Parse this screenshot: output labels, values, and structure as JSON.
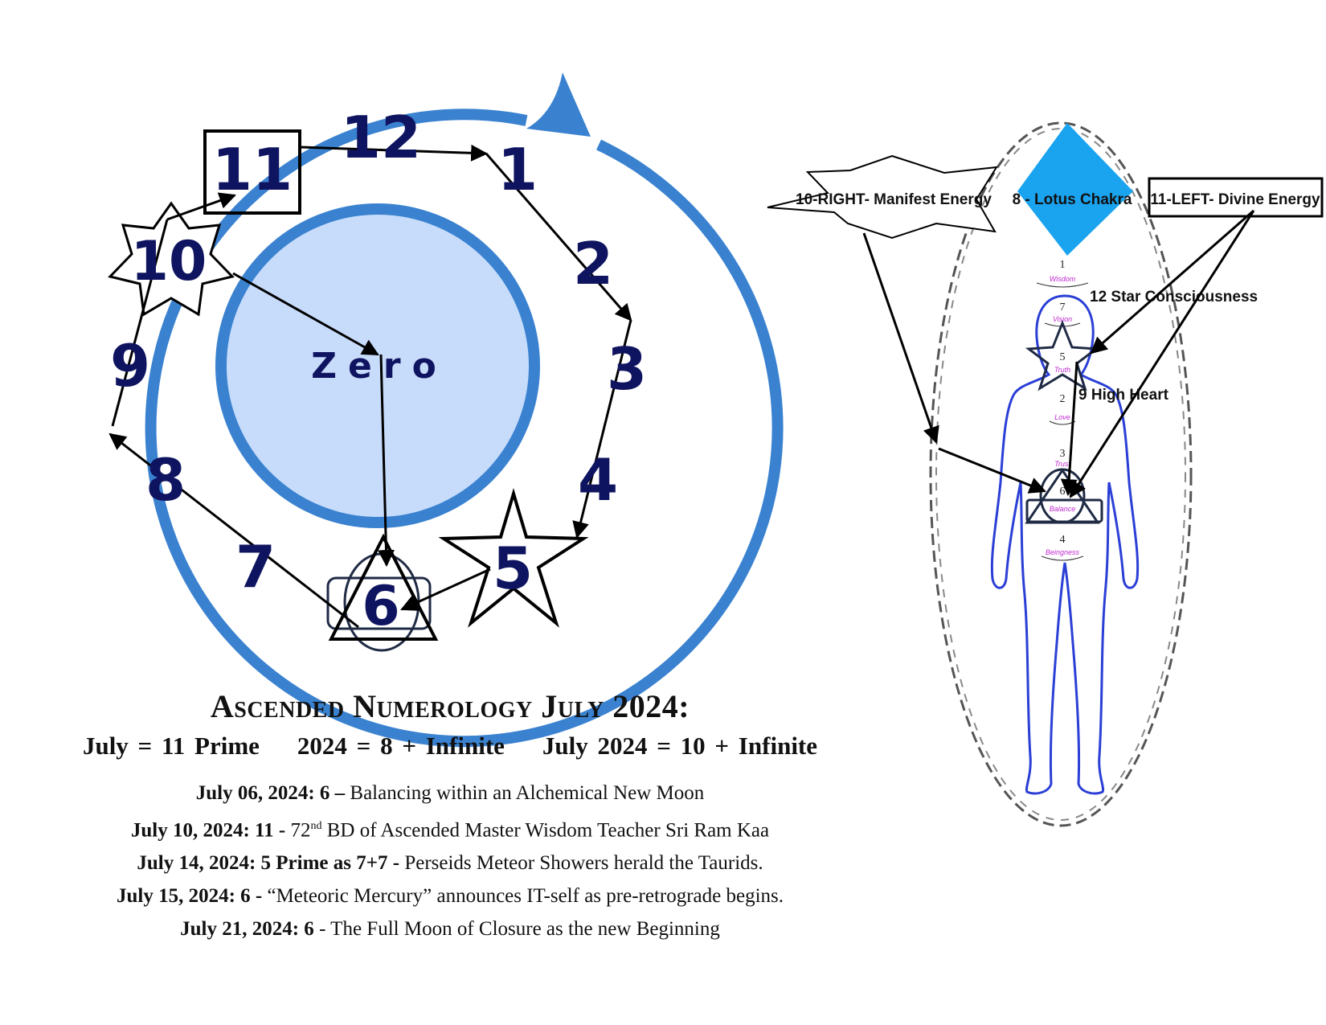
{
  "wheel": {
    "center_label": "Zero",
    "numbers": [
      "1",
      "2",
      "3",
      "4",
      "5",
      "6",
      "7",
      "8",
      "9",
      "10",
      "11",
      "12"
    ]
  },
  "body_chart": {
    "labels": {
      "right": "10-RIGHT- Manifest Energy",
      "lotus": "8 - Lotus Chakra",
      "left": "11-LEFT- Divine Energy",
      "star": "12  Star Consciousness",
      "heart": "9 High Heart"
    },
    "chakras": [
      {
        "num": "1",
        "word": "Wisdom"
      },
      {
        "num": "7",
        "word": "Vision"
      },
      {
        "num": "5",
        "word": "Truth"
      },
      {
        "num": "2",
        "word": "Love"
      },
      {
        "num": "3",
        "word": "Trust"
      },
      {
        "num": "6",
        "word": "Balance"
      },
      {
        "num": "4",
        "word": "Beingness"
      }
    ],
    "colors": {
      "lotus": "#1aa3ef",
      "body_outline": "#2b3fd6"
    }
  },
  "caption": {
    "title": "Ascended Numerology July 2024:",
    "subtitle": "July = 11 Prime    2024 = 8 + Infinite    July 2024 = 10 + Infinite",
    "events": [
      {
        "bold": "July 06, 2024: 6 –",
        "text": " Balancing within an Alchemical New Moon",
        "sup": "",
        "after": ""
      },
      {
        "bold": "July 10, 2024:  11 -",
        "text": "  72",
        "sup": "nd",
        "after": " BD of Ascended Master Wisdom Teacher Sri Ram Kaa"
      },
      {
        "bold": "July 14, 2024:  5 Prime as 7+7 -",
        "text": "  Perseids Meteor Showers herald the Taurids.",
        "sup": "",
        "after": ""
      },
      {
        "bold": "July 15, 2024:  6 -",
        "text": " “Meteoric Mercury” announces IT-self as pre-retrograde begins.",
        "sup": "",
        "after": ""
      },
      {
        "bold": "July 21, 2024:  6",
        "text": "  - The Full Moon of Closure as the new Beginning",
        "sup": "",
        "after": ""
      }
    ]
  },
  "colors": {
    "wheel_ring": "#3a82d0",
    "inner_fill": "#c7dcfb",
    "number_color": "#0f1460"
  }
}
